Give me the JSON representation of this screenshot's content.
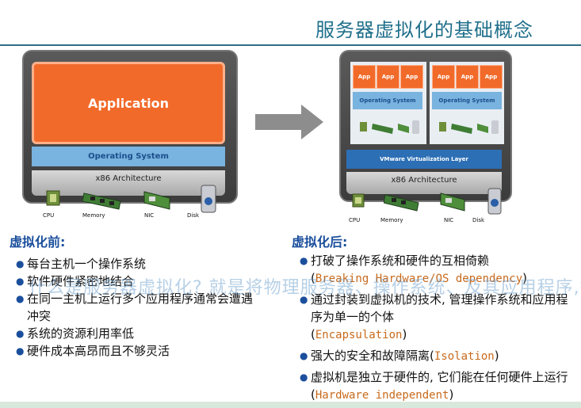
{
  "slide": {
    "title": "服务器虚拟化的基础概念"
  },
  "left_diagram": {
    "app_label": "Application",
    "os_label": "Operating System",
    "arch_label": "x86 Architecture",
    "hardware": [
      "CPU",
      "Memory",
      "NIC",
      "Disk"
    ]
  },
  "right_diagram": {
    "app_label": "App",
    "os_label": "Operating System",
    "layer_label": "VMware Virtualization Layer",
    "arch_label": "x86 Architecture",
    "hardware": [
      "CPU",
      "Memory",
      "NIC",
      "Disk"
    ]
  },
  "before": {
    "heading": "虚拟化前:",
    "items": [
      "每台主机一个操作系统",
      "软件硬件紧密地结合",
      "在同一主机上运行多个应用程序通常会遭遇冲突",
      "系统的资源利用率低",
      "硬件成本高昂而且不够灵活"
    ]
  },
  "after": {
    "heading": "虚拟化后:",
    "items": [
      {
        "text": "打破了操作系统和硬件的互相倚赖",
        "paren_open": "(",
        "en": "Breaking Hardware/OS dependency",
        "paren_close": ")"
      },
      {
        "text": "通过封装到虚拟机的技术, 管理操作系统和应用程序为单一的个体",
        "paren_open": "(",
        "en": "Encapsulation",
        "paren_close": ")"
      },
      {
        "text": "强大的安全和故障隔离",
        "paren_open": "(",
        "en": "Isolation",
        "paren_close": ")"
      },
      {
        "text": "虚拟机是独立于硬件的, 它们能在任何硬件上运行",
        "paren_open": "(",
        "en": "Hardware independent",
        "paren_close": ")"
      }
    ]
  },
  "overlay_text": "什么是服务器虚拟化? 就是将物理服务器、操作系统、及其应用程序,打包成一个文件(方案)的虚拟机(VM)",
  "colors": {
    "title": "#1f6f8b",
    "heading": "#1b4f9c",
    "app_orange": "#f26a2a",
    "os_blue": "#79b3df",
    "layer_blue": "#2d6fb5",
    "en_text": "#c86a1c"
  }
}
